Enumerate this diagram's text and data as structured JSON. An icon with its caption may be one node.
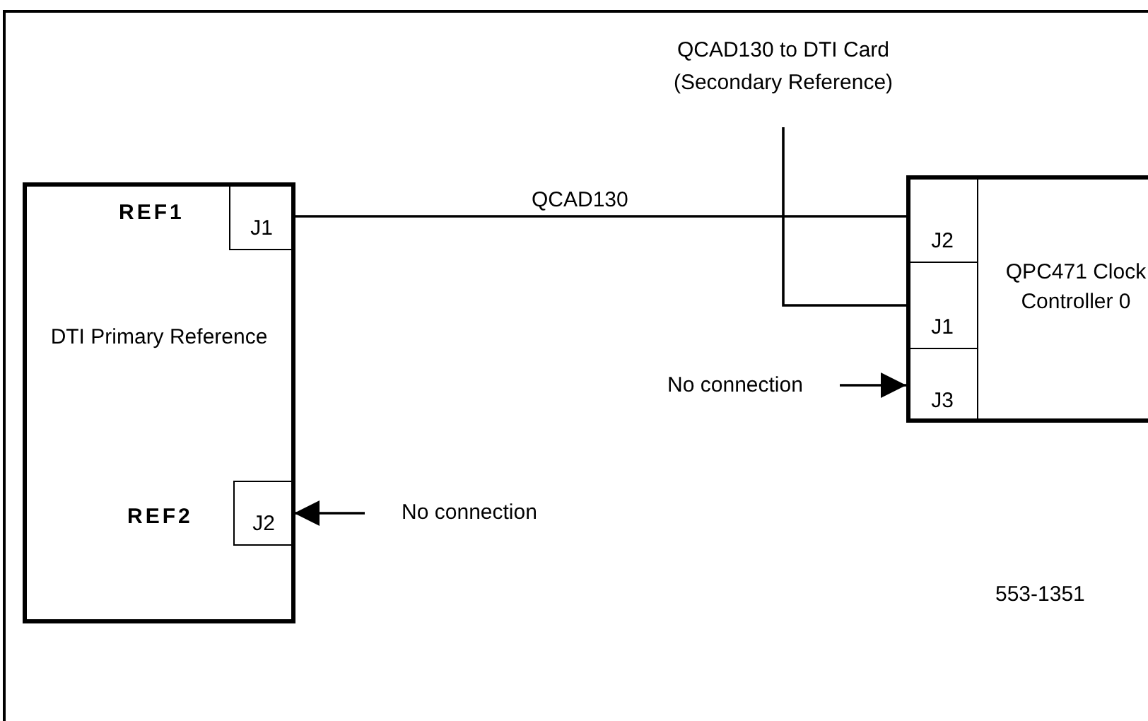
{
  "diagram": {
    "nodes": [
      {
        "text": [
          "QCAD130 to DTI Card (Secondary Reference)"
        ]
      },
      {
        "text": [
          "DTI Primary Reference"
        ]
      },
      {
        "text": [
          "J1"
        ],
        "in": 1,
        "beside": [
          "REF1"
        ]
      },
      {
        "text": [
          "QPC471 Clock Controller 0"
        ]
      },
      {
        "text": [
          "J2"
        ],
        "in": 3
      },
      {
        "text": [
          "J1"
        ],
        "in": 3
      },
      {
        "text": [
          "J3"
        ],
        "in": 3
      },
      {
        "text": [
          "No connection"
        ]
      },
      {
        "text": [
          "J2"
        ],
        "in": 1,
        "beside": [
          "REF2"
        ]
      },
      {
        "text": [
          "No connection"
        ]
      }
    ],
    "edges": [
      {
        "from": 2,
        "to": 4,
        "arrow": "none",
        "label": "QCAD130"
      },
      {
        "from": 0,
        "to": 5,
        "arrow": "none"
      },
      {
        "from": 7,
        "to": 6,
        "arrow": "to"
      },
      {
        "from": 9,
        "to": 8,
        "arrow": "to"
      }
    ],
    "labels": [
      "553-1351"
    ]
  }
}
